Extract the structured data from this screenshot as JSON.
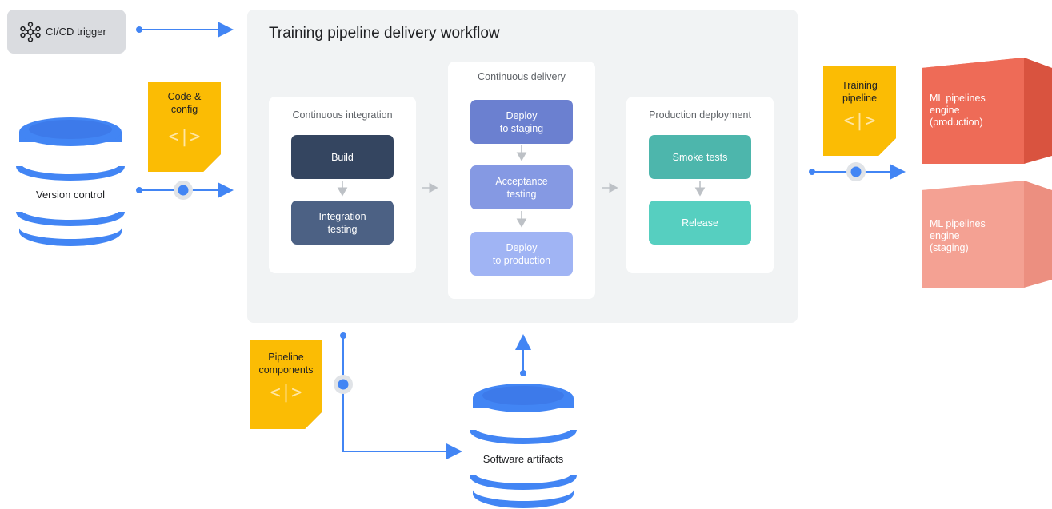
{
  "trigger": {
    "label": "CI/CD trigger",
    "icon": "network-icon"
  },
  "version_control": {
    "label": "Version control"
  },
  "code_config": {
    "label": "Code &\nconfig",
    "code_glyph": "<|>"
  },
  "workflow": {
    "title": "Training pipeline delivery workflow",
    "ci": {
      "title": "Continuous integration",
      "stages": [
        "Build",
        "Integration\ntesting"
      ]
    },
    "cd": {
      "title": "Continuous delivery",
      "stages": [
        "Deploy\nto staging",
        "Acceptance\ntesting",
        "Deploy\nto production"
      ]
    },
    "pd": {
      "title": "Production deployment",
      "stages": [
        "Smoke tests",
        "Release"
      ]
    }
  },
  "training_pipeline": {
    "label": "Training\npipeline",
    "code_glyph": "<|>"
  },
  "engines": [
    {
      "label": "ML pipelines\nengine\n(production)",
      "color": "#ee6b57"
    },
    {
      "label": "ML pipelines\nengine\n(staging)",
      "color": "#f4a193"
    }
  ],
  "pipeline_components": {
    "label": "Pipeline\ncomponents",
    "code_glyph": "<|>"
  },
  "software_artifacts": {
    "label": "Software artifacts"
  },
  "colors": {
    "arrow": "#4285f4",
    "file": "#fbbc04",
    "cylinder": "#4285f4",
    "build": "#344560",
    "integration": "#4c6184",
    "deploy_staging": "#6b80d0",
    "acceptance": "#8599e3",
    "deploy_prod": "#a0b4f4",
    "smoke": "#4db6ac",
    "release": "#56cfc0"
  }
}
